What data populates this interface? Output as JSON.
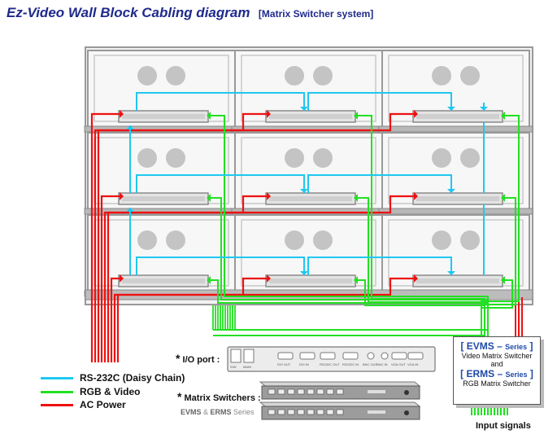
{
  "title": {
    "main": "Ez-Video Wall Block Cabling diagram",
    "sub": "[Matrix Switcher system]"
  },
  "colors": {
    "rs232": "#1ec8f0",
    "rgb_video": "#22e022",
    "ac_power": "#ee1111",
    "title": "#1f2a8c",
    "frame": "#999999",
    "speaker": "#c4c4c4"
  },
  "wall": {
    "rows": 3,
    "cols": 3
  },
  "legend": [
    {
      "label": "RS-232C (Daisy Chain)",
      "color": "#1ec8f0"
    },
    {
      "label": "RGB & Video",
      "color": "#22e022"
    },
    {
      "label": "AC Power",
      "color": "#ee1111"
    }
  ],
  "io_port": {
    "label": "I/O port :",
    "left_ports": [
      "S/W",
      "MAIN"
    ],
    "ports": [
      "DVI OUT",
      "DVI IN",
      "RS232C OUT",
      "RS232C IN",
      "BNC OUT",
      "BNC IN",
      "VGA OUT",
      "VGA IN"
    ]
  },
  "matrix": {
    "label": "Matrix Switchers :",
    "series_text": "EVMS & ERMS Series",
    "series_bold": [
      "EVMS",
      "ERMS"
    ]
  },
  "matrix_box": {
    "evms": "[ EVMS – Series ]",
    "evms_desc": "Video Matrix Switcher",
    "and": "and",
    "erms": "[ ERMS – Series ]",
    "erms_desc": "RGB Matrix Switcher"
  },
  "input_signals": "Input signals"
}
